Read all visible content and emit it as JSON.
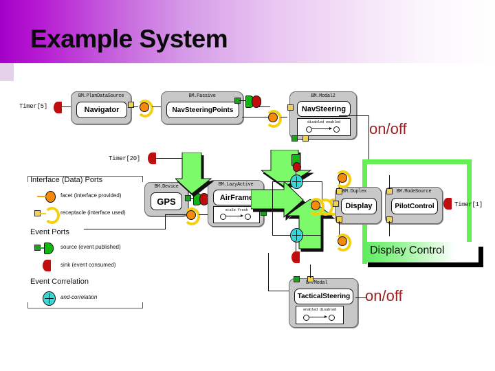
{
  "slide": {
    "title": "Example System",
    "banner_gradient_from": "#a400c8",
    "banner_gradient_to": "#ffffff"
  },
  "annotations": [
    {
      "id": "onoff-top",
      "label": "on/off",
      "color": "#a02020"
    },
    {
      "id": "onoff-bottom",
      "label": "on/off",
      "color": "#a02020"
    },
    {
      "id": "display-control",
      "label": "Display Control",
      "color": "#111111",
      "highlight": "#5bec5b"
    }
  ],
  "timers": [
    {
      "id": "timer-5",
      "label": "Timer[5]"
    },
    {
      "id": "timer-20",
      "label": "Timer[20]"
    },
    {
      "id": "timer-1",
      "label": "Timer[1]"
    }
  ],
  "components": [
    {
      "id": "navigator",
      "header": "BM.PlanDataSource",
      "name": "Navigator",
      "states": null
    },
    {
      "id": "nav-steering-points",
      "header": "BM.Passive",
      "name": "NavSteeringPoints",
      "states": null
    },
    {
      "id": "nav-steering",
      "header": "BM.Modal2",
      "name": "NavSteering",
      "states": "disabled  enabled"
    },
    {
      "id": "gps",
      "header": "BM.Device",
      "name": "GPS",
      "states": null
    },
    {
      "id": "air-frame",
      "header": "BM.LazyActive",
      "name": "AirFrame",
      "states": "stale  fresh"
    },
    {
      "id": "display",
      "header": "BM.Duplex",
      "name": "Display",
      "states": null
    },
    {
      "id": "pilot-control",
      "header": "BM.ModeSource",
      "name": "PilotControl",
      "states": null
    },
    {
      "id": "tactical-steering",
      "header": "BM.Modal",
      "name": "TacticalSteering",
      "states": "enabled  disabled"
    }
  ],
  "legend": {
    "section_1_title": "Interface (Data) Ports",
    "items_1": [
      {
        "icon": "facet-icon",
        "label": "facet (interface provided)"
      },
      {
        "icon": "receptacle-icon",
        "label": "receptacle (interface used)"
      }
    ],
    "section_2_title": "Event Ports",
    "items_2": [
      {
        "icon": "event-source-icon",
        "label": "source (event published)"
      },
      {
        "icon": "event-sink-icon",
        "label": "sink (event consumed)"
      }
    ],
    "section_3_title": "Event Correlation",
    "items_3": [
      {
        "icon": "and-correlation-icon",
        "label": "and-correlation"
      }
    ]
  }
}
